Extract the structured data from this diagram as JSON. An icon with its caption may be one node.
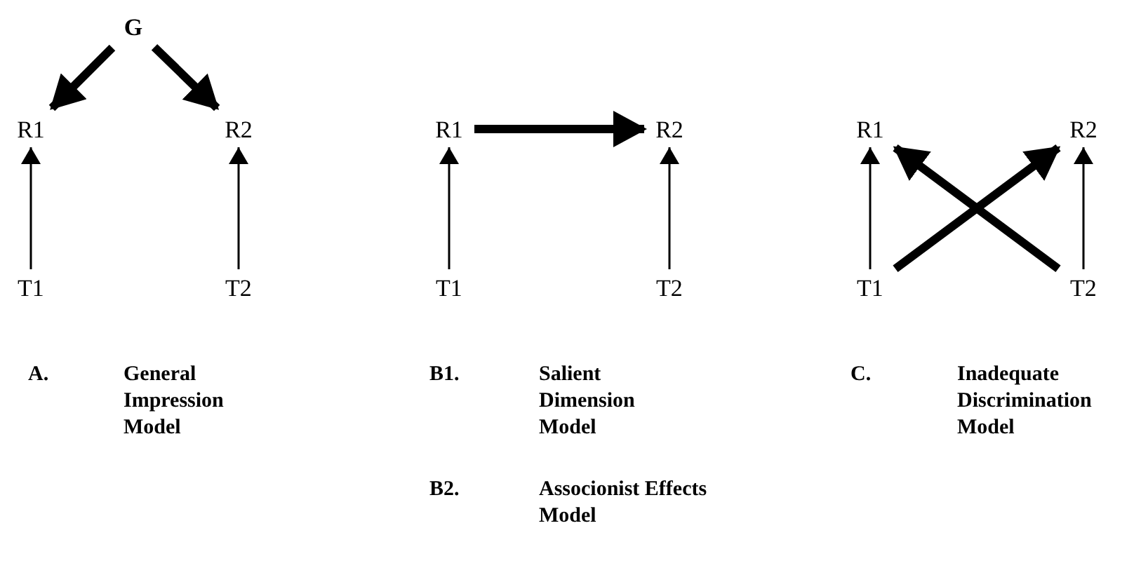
{
  "diagram": {
    "nodes": [
      {
        "text": [
          "G"
        ]
      },
      {
        "text": [
          "R1"
        ]
      },
      {
        "text": [
          "R2"
        ]
      },
      {
        "text": [
          "T1"
        ]
      },
      {
        "text": [
          "T2"
        ]
      },
      {
        "text": [
          "R1"
        ]
      },
      {
        "text": [
          "R2"
        ]
      },
      {
        "text": [
          "T1"
        ]
      },
      {
        "text": [
          "T2"
        ]
      },
      {
        "text": [
          "R1"
        ]
      },
      {
        "text": [
          "R2"
        ]
      },
      {
        "text": [
          "T1"
        ]
      },
      {
        "text": [
          "T2"
        ]
      }
    ],
    "edges": [
      {
        "from": 0,
        "to": 1,
        "arrow": "to",
        "style": "thick"
      },
      {
        "from": 0,
        "to": 2,
        "arrow": "to",
        "style": "thick"
      },
      {
        "from": 3,
        "to": 1,
        "arrow": "to"
      },
      {
        "from": 4,
        "to": 2,
        "arrow": "to"
      },
      {
        "from": 5,
        "to": 6,
        "arrow": "to",
        "style": "thick"
      },
      {
        "from": 7,
        "to": 5,
        "arrow": "to"
      },
      {
        "from": 8,
        "to": 6,
        "arrow": "to"
      },
      {
        "from": 11,
        "to": 10,
        "arrow": "to",
        "style": "thick"
      },
      {
        "from": 12,
        "to": 9,
        "arrow": "to",
        "style": "thick"
      },
      {
        "from": 11,
        "to": 9,
        "arrow": "to"
      },
      {
        "from": 12,
        "to": 10,
        "arrow": "to"
      }
    ],
    "labels": [
      "A.",
      "General Impression Model",
      "B1.",
      "Salient Dimension Model",
      "C.",
      "Inadequate Discrimination Model",
      "B2.",
      "Associonist Effects Model"
    ]
  }
}
